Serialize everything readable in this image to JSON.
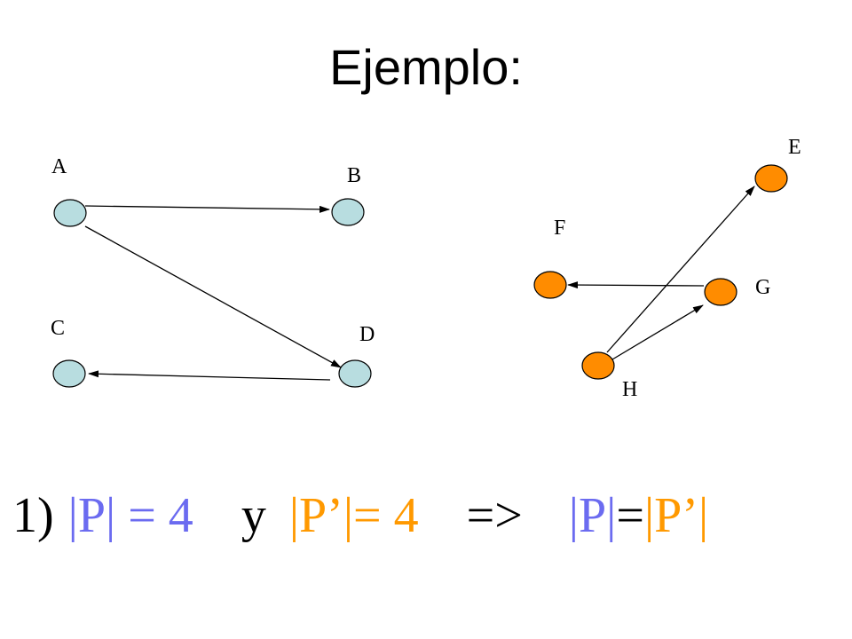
{
  "title": "Ejemplo:",
  "colors": {
    "graph_p_node": "#b8dde0",
    "graph_p_prime_node": "#ff8c00",
    "p_text": "#6b6bf0",
    "p_prime_text": "#ff9900",
    "edge": "#000000"
  },
  "graph_p": {
    "nodes": [
      {
        "id": "A",
        "label": "A"
      },
      {
        "id": "B",
        "label": "B"
      },
      {
        "id": "C",
        "label": "C"
      },
      {
        "id": "D",
        "label": "D"
      }
    ],
    "edges": [
      {
        "from": "A",
        "to": "B"
      },
      {
        "from": "A",
        "to": "D"
      },
      {
        "from": "D",
        "to": "C"
      }
    ]
  },
  "graph_p_prime": {
    "nodes": [
      {
        "id": "E",
        "label": "E"
      },
      {
        "id": "F",
        "label": "F"
      },
      {
        "id": "G",
        "label": "G"
      },
      {
        "id": "H",
        "label": "H"
      }
    ],
    "edges": [
      {
        "from": "G",
        "to": "F"
      },
      {
        "from": "H",
        "to": "E"
      },
      {
        "from": "H",
        "to": "G"
      }
    ]
  },
  "formula": {
    "number": "1)",
    "p_card": "|P| = 4",
    "conj": "y",
    "p_prime_card": "|P’|= 4",
    "implies": "=>",
    "p_eq": "|P|",
    "equals": "=",
    "p_prime_eq": "|P’|"
  }
}
